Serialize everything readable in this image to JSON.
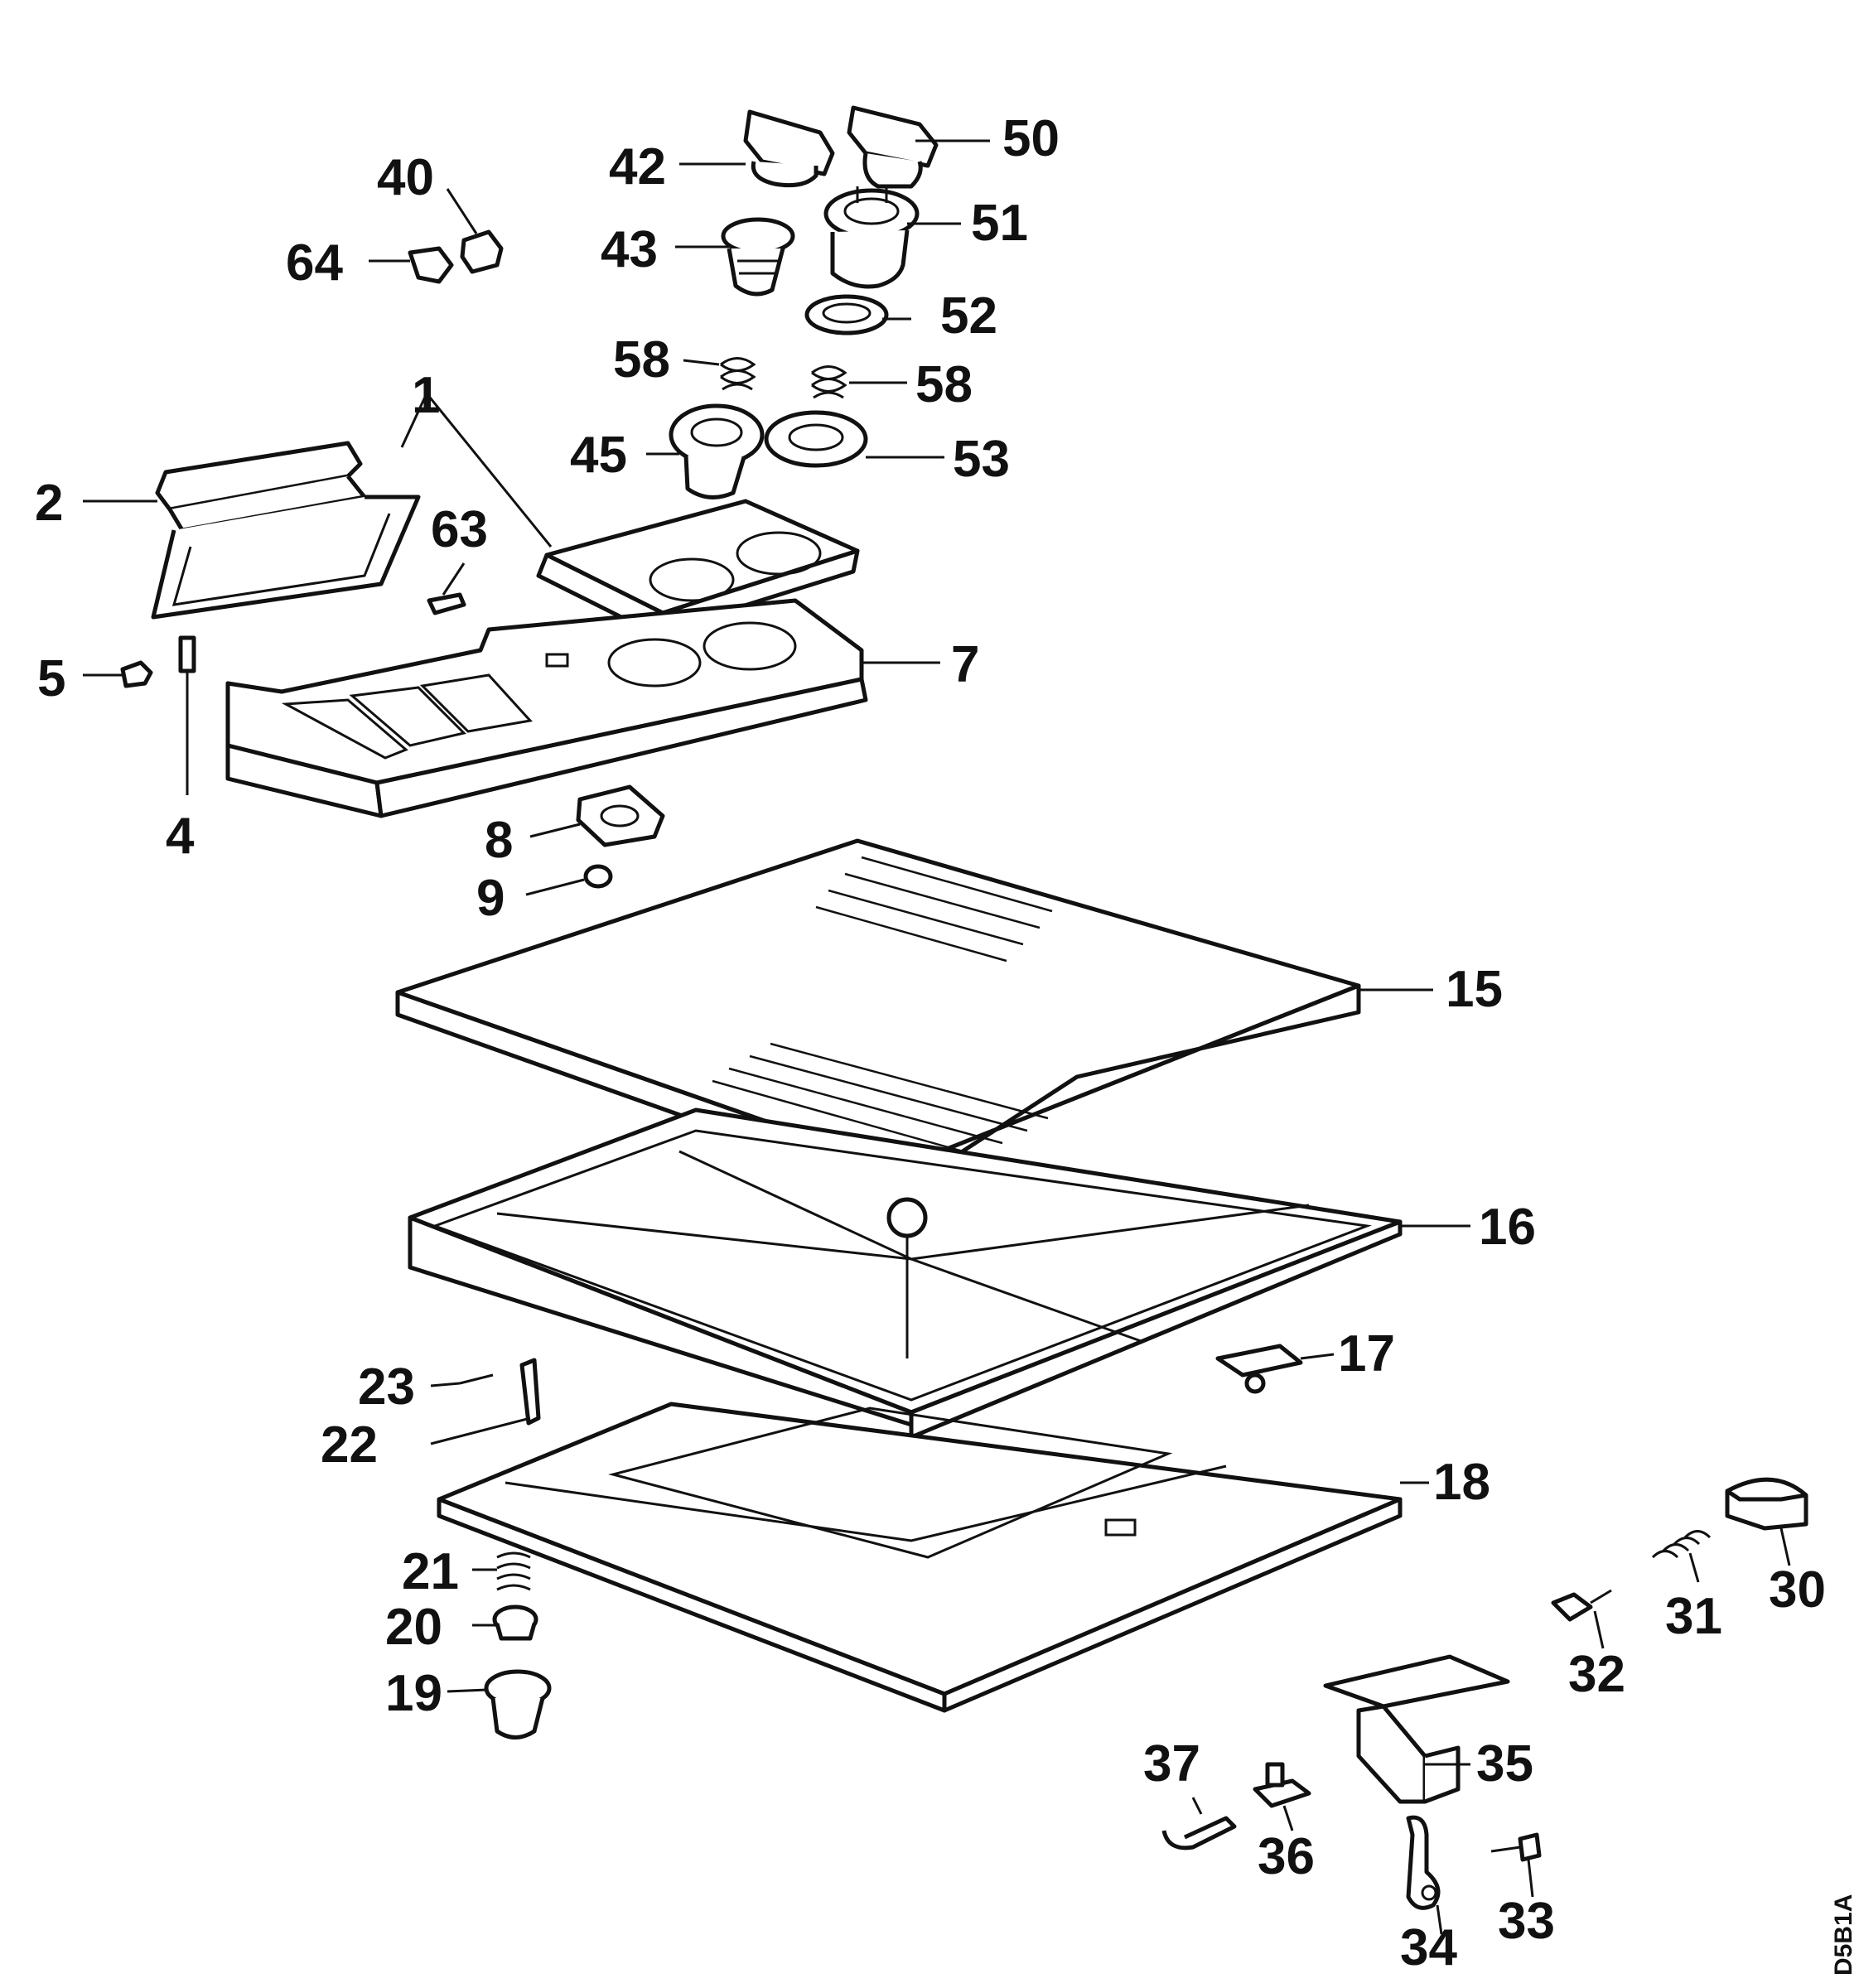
{
  "diagram": {
    "drawing_code": "D5B1A",
    "part_labels": [
      "1",
      "2",
      "4",
      "5",
      "7",
      "8",
      "9",
      "15",
      "16",
      "17",
      "18",
      "19",
      "20",
      "21",
      "22",
      "23",
      "30",
      "31",
      "32",
      "33",
      "34",
      "35",
      "36",
      "37",
      "40",
      "42",
      "43",
      "45",
      "50",
      "51",
      "52",
      "53",
      "58",
      "58",
      "63",
      "64"
    ]
  }
}
